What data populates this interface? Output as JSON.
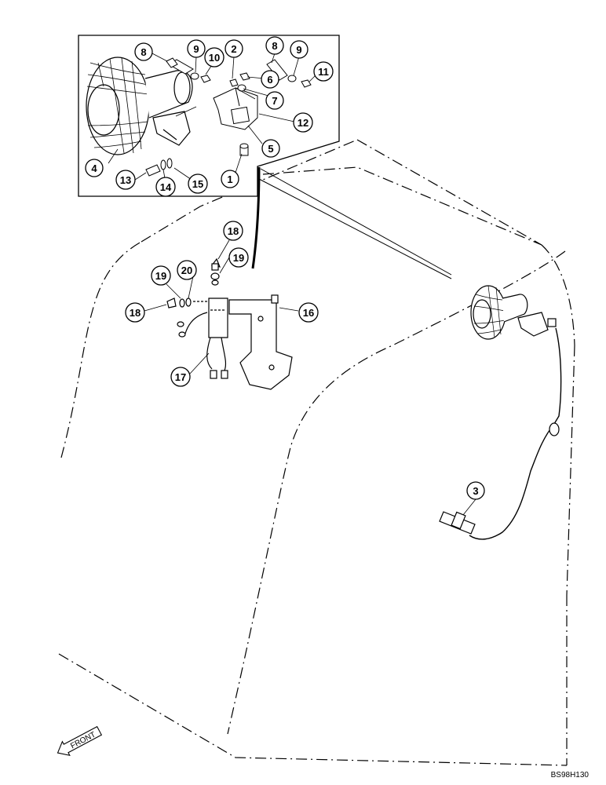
{
  "figure_code": "BS98H130",
  "front_label": "FRONT",
  "callouts": [
    {
      "id": "c1",
      "label": "1"
    },
    {
      "id": "c2",
      "label": "2"
    },
    {
      "id": "c3",
      "label": "3"
    },
    {
      "id": "c4",
      "label": "4"
    },
    {
      "id": "c5",
      "label": "5"
    },
    {
      "id": "c6",
      "label": "6"
    },
    {
      "id": "c7",
      "label": "7"
    },
    {
      "id": "c8a",
      "label": "8"
    },
    {
      "id": "c8b",
      "label": "8"
    },
    {
      "id": "c9a",
      "label": "9"
    },
    {
      "id": "c9b",
      "label": "9"
    },
    {
      "id": "c10",
      "label": "10"
    },
    {
      "id": "c11",
      "label": "11"
    },
    {
      "id": "c12",
      "label": "12"
    },
    {
      "id": "c13",
      "label": "13"
    },
    {
      "id": "c14",
      "label": "14"
    },
    {
      "id": "c15",
      "label": "15"
    },
    {
      "id": "c16",
      "label": "16"
    },
    {
      "id": "c17",
      "label": "17"
    },
    {
      "id": "c18a",
      "label": "18"
    },
    {
      "id": "c18b",
      "label": "18"
    },
    {
      "id": "c19a",
      "label": "19"
    },
    {
      "id": "c19b",
      "label": "19"
    },
    {
      "id": "c20",
      "label": "20"
    }
  ]
}
